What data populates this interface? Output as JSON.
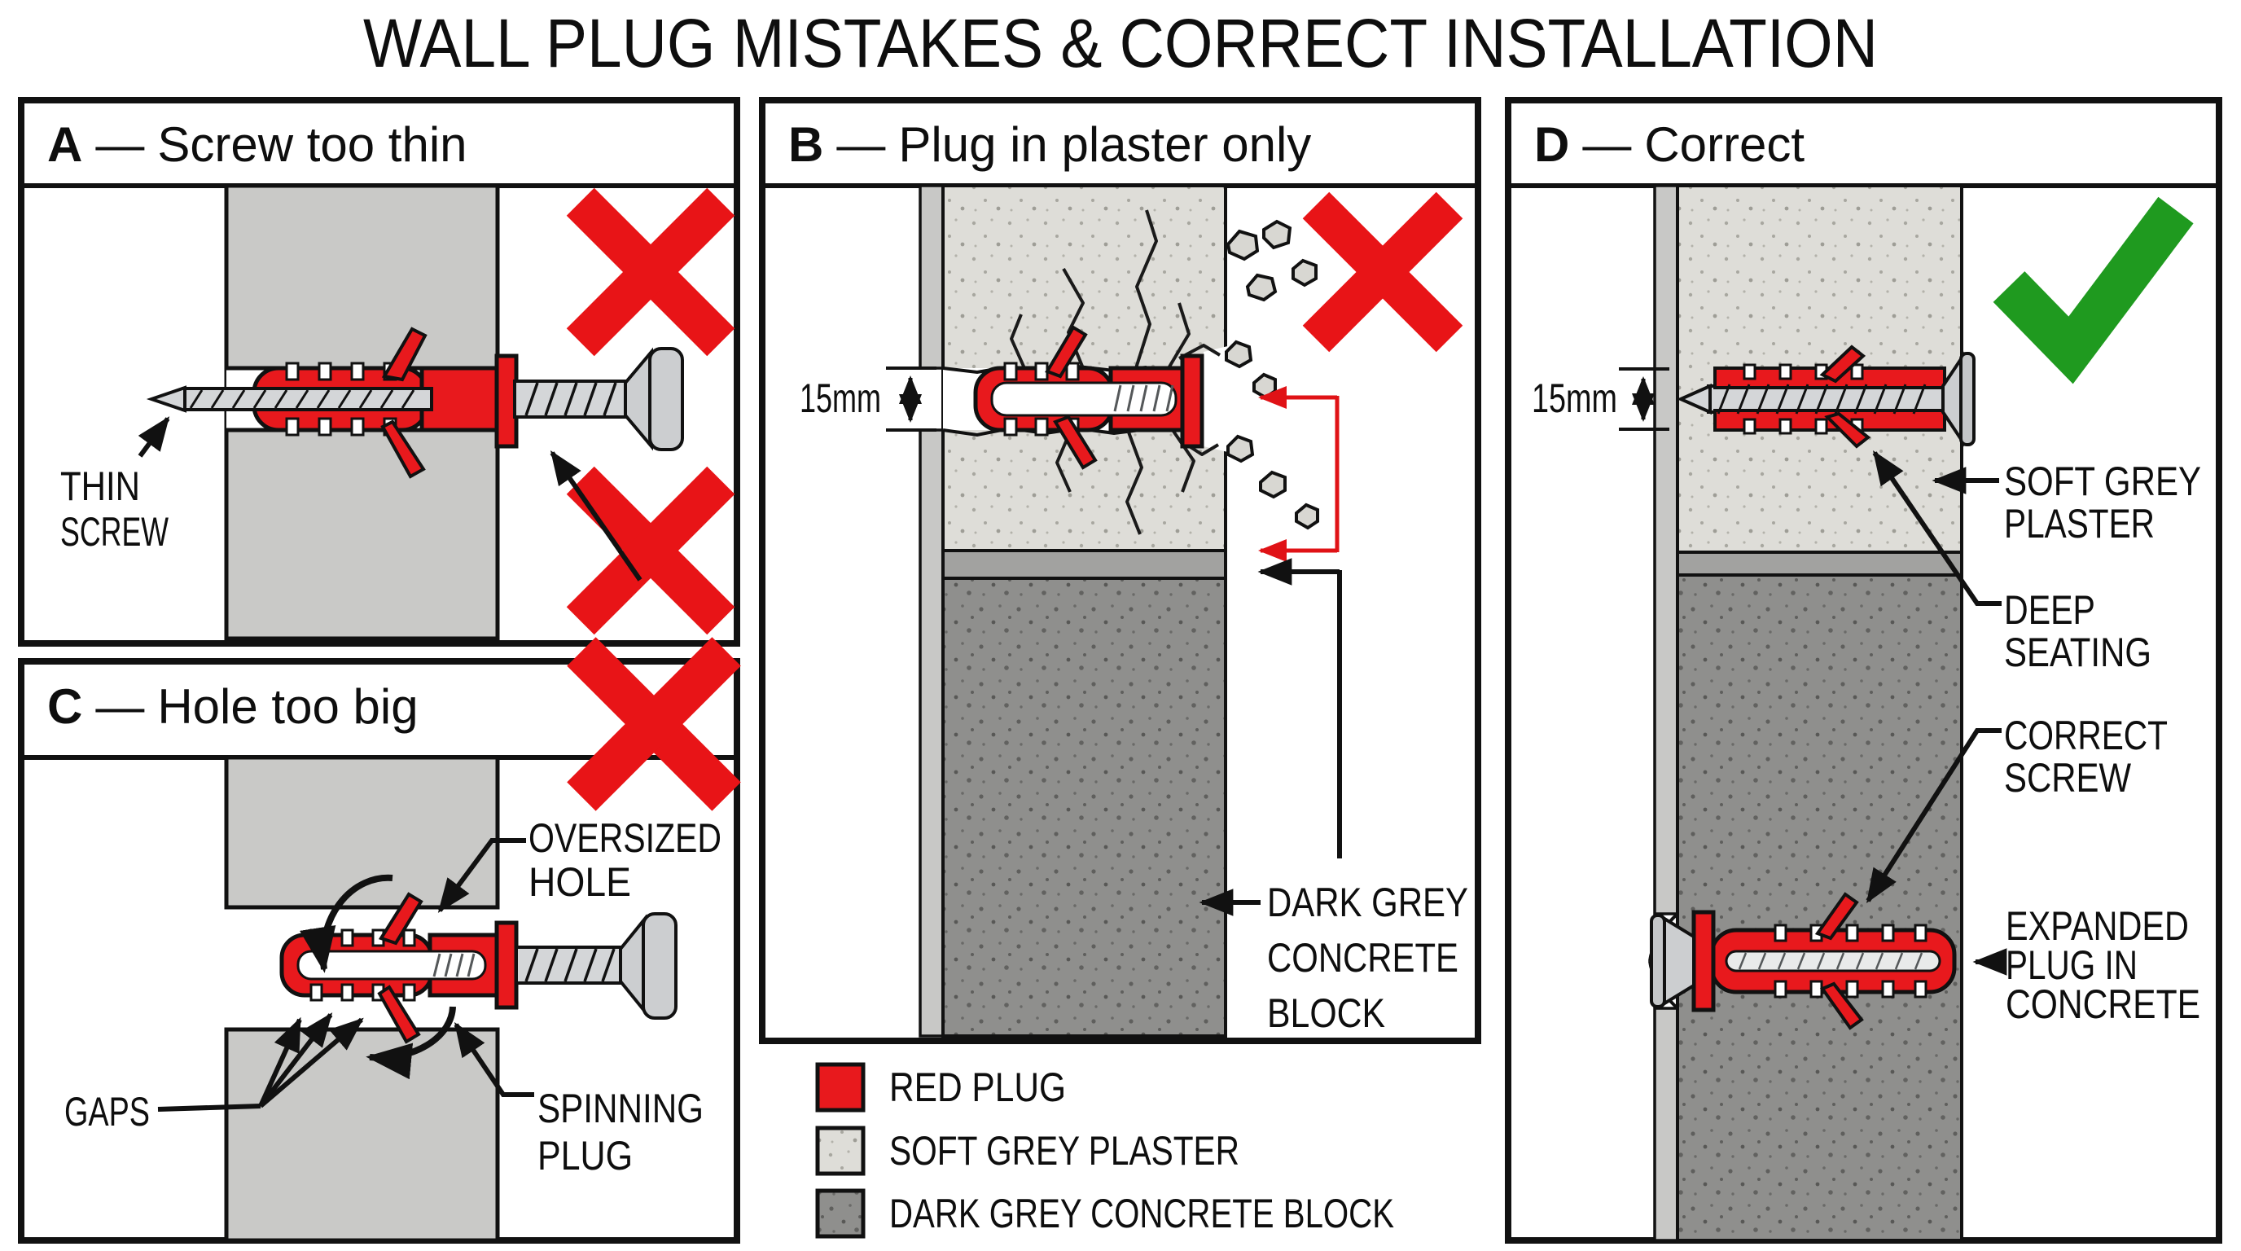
{
  "title": "WALL PLUG MISTAKES & CORRECT INSTALLATION",
  "ui": {
    "dash": "—"
  },
  "colors": {
    "plug_red": "#e8191d",
    "cross_red": "#e81417",
    "check_green": "#1f9a1f",
    "soft_plaster_grey": "#deddd8",
    "concrete_dark_grey": "#8f8f8d",
    "plain_slab_grey": "#c9c9c7",
    "screw_grey": "#d4d6d8"
  },
  "panels": {
    "a": {
      "letter": "A",
      "title": "Screw too thin",
      "annotation_thin_screw": [
        "THIN",
        "SCREW"
      ]
    },
    "b": {
      "letter": "B",
      "title": "Plug in plaster only",
      "dimension_label": "15mm",
      "annotation_concrete": [
        "DARK GREY",
        "CONCRETE",
        "BLOCK"
      ]
    },
    "c": {
      "letter": "C",
      "title": "Hole too big",
      "annotation_oversized": [
        "OVERSIZED",
        "HOLE"
      ],
      "annotation_gaps": "GAPS",
      "annotation_spinning": [
        "SPINNING",
        "PLUG"
      ]
    },
    "d": {
      "letter": "D",
      "title": "Correct",
      "dimension_label": "15mm",
      "annotation_plaster": [
        "SOFT GREY",
        "PLASTER"
      ],
      "annotation_seating": [
        "DEEP",
        "SEATING"
      ],
      "annotation_screw": [
        "CORRECT",
        "SCREW"
      ],
      "annotation_expanded": [
        "EXPANDED",
        "PLUG IN",
        "CONCRETE"
      ]
    }
  },
  "legend": [
    {
      "swatch": "red-plug",
      "label": "RED PLUG"
    },
    {
      "swatch": "soft-grey-plaster",
      "label": "SOFT GREY PLASTER"
    },
    {
      "swatch": "dark-grey-concrete",
      "label": "DARK GREY CONCRETE BLOCK"
    }
  ]
}
